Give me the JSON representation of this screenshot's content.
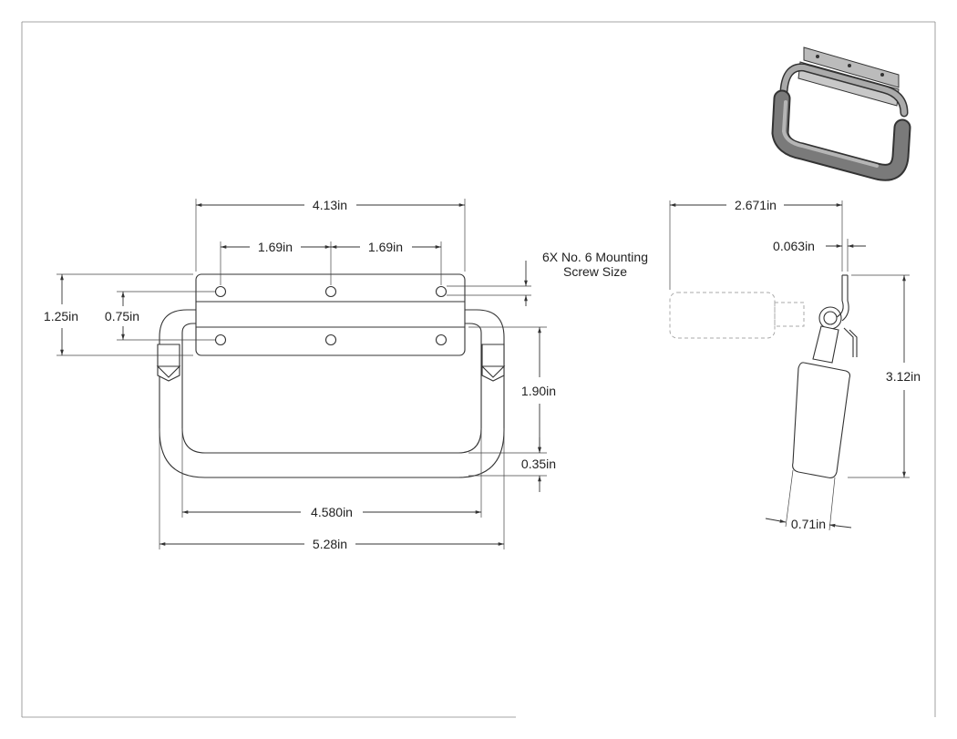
{
  "front_view": {
    "overall_plate_width": "4.13in",
    "hole_spacing_left": "1.69in",
    "hole_spacing_right": "1.69in",
    "plate_height": "1.25in",
    "hole_row_spacing": "0.75in",
    "handle_drop": "1.90in",
    "bar_thickness": "0.35in",
    "inner_width": "4.580in",
    "overall_width": "5.28in"
  },
  "callout": {
    "line1": "6X No. 6 Mounting",
    "line2": "Screw Size"
  },
  "side_view": {
    "swing_reach": "2.671in",
    "plate_thickness": "0.063in",
    "overall_height": "3.12in",
    "grip_diameter": "0.71in"
  }
}
